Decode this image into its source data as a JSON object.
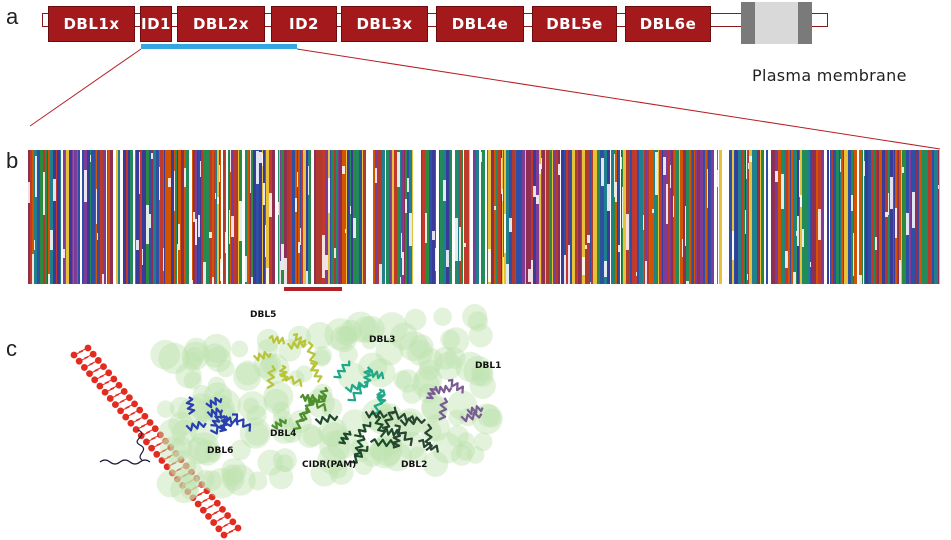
{
  "panels": {
    "a": "a",
    "b": "b",
    "c": "c"
  },
  "panel_a": {
    "domains": [
      {
        "label": "DBL1x",
        "color": "#a3191c"
      },
      {
        "label": "ID1",
        "color": "#a3191c"
      },
      {
        "label": "DBL2x",
        "color": "#a3191c"
      },
      {
        "label": "ID2",
        "color": "#a3191c"
      },
      {
        "label": "DBL3x",
        "color": "#a3191c"
      },
      {
        "label": "DBL4e",
        "color": "#a3191c"
      },
      {
        "label": "DBL5e",
        "color": "#a3191c"
      },
      {
        "label": "DBL6e",
        "color": "#a3191c"
      }
    ],
    "membrane_label": "Plasma membrane",
    "highlight_color": "#35a7e0"
  },
  "panel_b": {
    "highlight_color": "#b62025"
  },
  "panel_c": {
    "domain_labels": {
      "dbl5": "DBL5",
      "dbl3": "DBL3",
      "dbl1": "DBL1",
      "dbl6": "DBL6",
      "dbl4": "DBL4",
      "cidr": "CIDR(PAM)",
      "dbl2": "DBL2"
    },
    "colors": {
      "membrane": "#e32b20",
      "dbl6": "#2a3fb0",
      "dbl5": "#b8c43a",
      "dbl4": "#4e8f2e",
      "dbl3": "#1fa88a",
      "cidr": "#1d4a2a",
      "dbl2": "#27452f",
      "dbl1": "#7a5b93",
      "surface": "#bfe3b0"
    }
  }
}
